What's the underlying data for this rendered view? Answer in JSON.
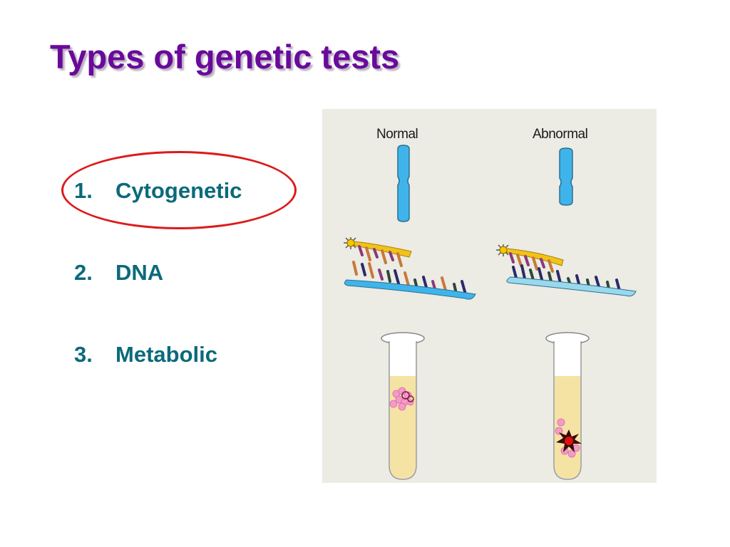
{
  "slide": {
    "title": "Types of genetic tests",
    "list": [
      {
        "number": "1.",
        "label": "Cytogenetic",
        "highlighted": true
      },
      {
        "number": "2.",
        "label": "DNA",
        "highlighted": false
      },
      {
        "number": "3.",
        "label": "Metabolic",
        "highlighted": false
      }
    ],
    "highlight_color": "#dd1a1a",
    "title_color": "#6a0a9a",
    "list_color": "#0b6a7a"
  },
  "figure": {
    "columns": [
      {
        "label": "Normal"
      },
      {
        "label": "Abnormal"
      }
    ],
    "rows": [
      "chromosome-icon",
      "dna-probe-icon",
      "test-tube-icon"
    ],
    "background": "#ecebe4"
  }
}
